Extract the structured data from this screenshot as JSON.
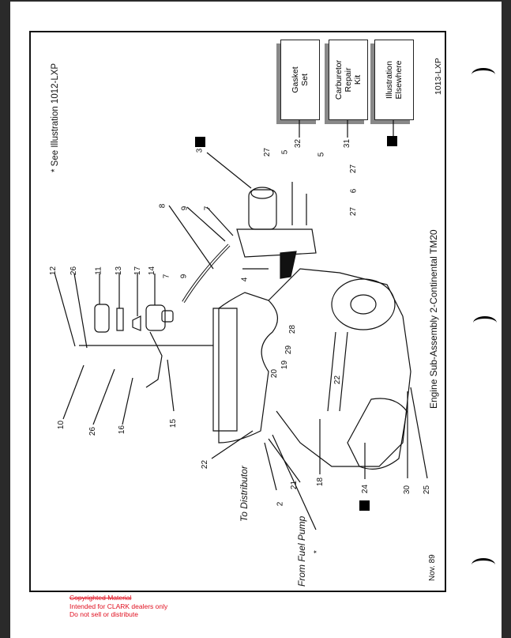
{
  "document": {
    "see_note": "* See Illustration 1012-LXP",
    "illustration_id": "1013-LXP",
    "title": "Engine Sub-Assembly 2-Continental TM20",
    "date": "Nov. 89",
    "to_distributor": "To Distributor",
    "from_fuel_pump": "From Fuel Pump",
    "asterisk": "*"
  },
  "kits": [
    {
      "label": "Gasket\nSet",
      "ref": "32"
    },
    {
      "label": "Carburetor\nRepair\nKit",
      "ref": "31"
    },
    {
      "label": "Illustration\nElsewhere",
      "ref": "■"
    }
  ],
  "callouts": [
    "3",
    "27",
    "5",
    "5",
    "27",
    "6",
    "27",
    "8",
    "9",
    "7",
    "4",
    "12",
    "26",
    "11",
    "13",
    "17",
    "14",
    "7",
    "9",
    "10",
    "26",
    "16",
    "15",
    "28",
    "29",
    "22",
    "20",
    "19",
    "22",
    "21",
    "2",
    "18",
    "24",
    "30",
    "25",
    "32",
    "31"
  ],
  "watermark": {
    "line1": "Copyrighted Material",
    "line2": "Intended for CLARK dealers only",
    "line3": "Do not sell or distribute"
  },
  "colors": {
    "watermark": "#e01020",
    "ink": "#111111"
  }
}
